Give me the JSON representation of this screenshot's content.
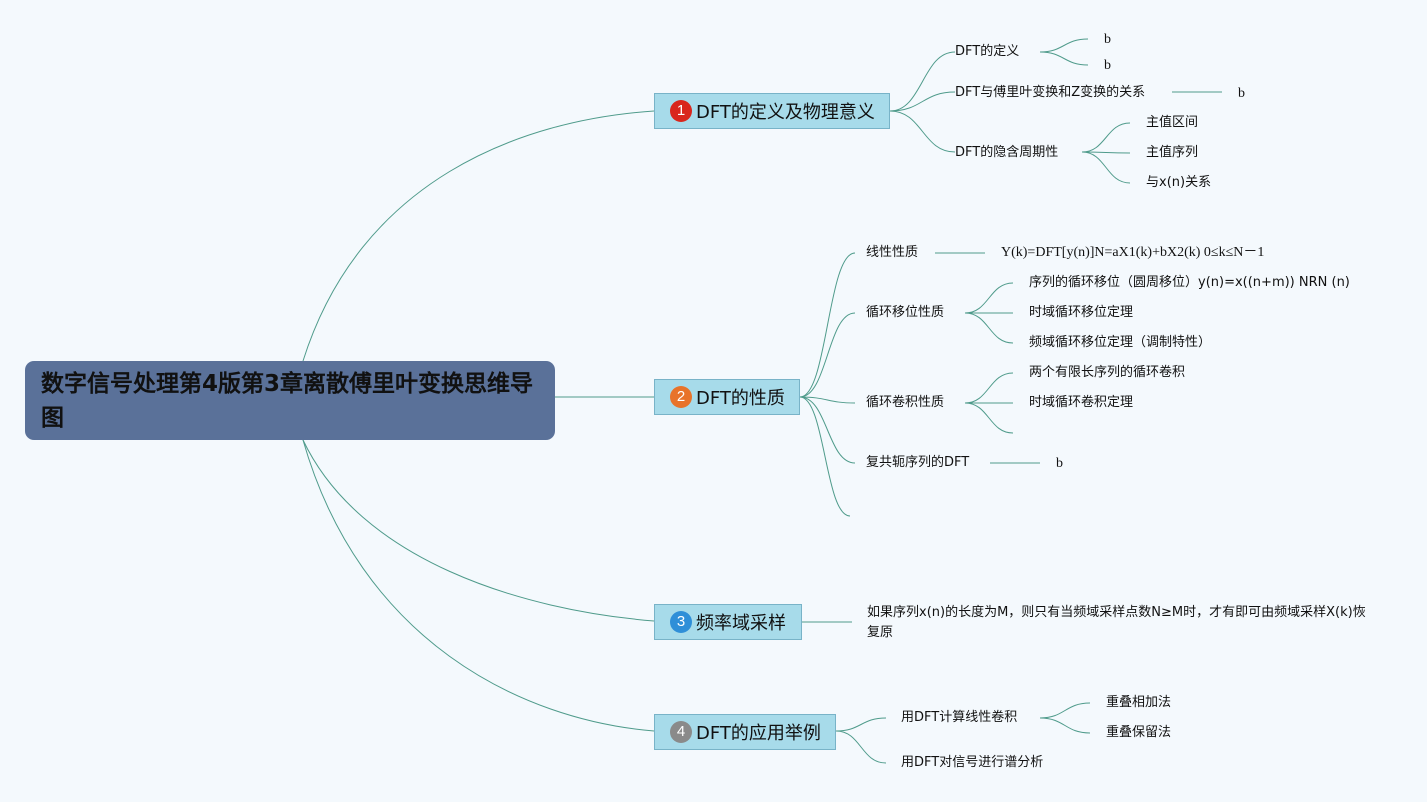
{
  "colors": {
    "background": "#f4f9fd",
    "root_fill": "#5a7199",
    "branch_fill": "#a7dbea",
    "branch_border": "#78b3c8",
    "line": "#4f9b8b",
    "badge_1": "#d9261c",
    "badge_2": "#e8732a",
    "badge_3": "#2f8fd8",
    "badge_4": "#8a8a8a"
  },
  "root": {
    "title": "数字信号处理第4版第3章离散傅里叶变换思维导图"
  },
  "branches": [
    {
      "number": "1",
      "label": "DFT的定义及物理意义",
      "children": [
        {
          "label": "DFT的定义",
          "children": [
            "b",
            "b"
          ]
        },
        {
          "label": "DFT与傅里叶变换和Z变换的关系",
          "children": [
            "b"
          ]
        },
        {
          "label": "DFT的隐含周期性",
          "children": [
            "主值区间",
            "主值序列",
            "与x(n)关系"
          ]
        }
      ]
    },
    {
      "number": "2",
      "label": "DFT的性质",
      "children": [
        {
          "label": "线性性质",
          "children": [
            "Y(k)=DFT[y(n)]N=aX1(k)+bX2(k) 0≤k≤N－1"
          ]
        },
        {
          "label": "循环移位性质",
          "children": [
            "序列的循环移位（圆周移位）y(n)=x((n+m)) NRN (n)",
            "时域循环移位定理",
            "频域循环移位定理（调制特性）"
          ]
        },
        {
          "label": "循环卷积性质",
          "children": [
            "两个有限长序列的循环卷积",
            "时域循环卷积定理",
            ""
          ]
        },
        {
          "label": "复共轭序列的DFT",
          "children": [
            "b"
          ]
        },
        {
          "label": ""
        }
      ]
    },
    {
      "number": "3",
      "label": "频率域采样",
      "children": [
        {
          "label": "如果序列x(n)的长度为M，则只有当频域采样点数N≥M时，才有即可由频域采样X(k)恢复原"
        }
      ]
    },
    {
      "number": "4",
      "label": "DFT的应用举例",
      "children": [
        {
          "label": "用DFT计算线性卷积",
          "children": [
            "重叠相加法",
            "重叠保留法"
          ]
        },
        {
          "label": "用DFT对信号进行谱分析"
        }
      ]
    }
  ]
}
